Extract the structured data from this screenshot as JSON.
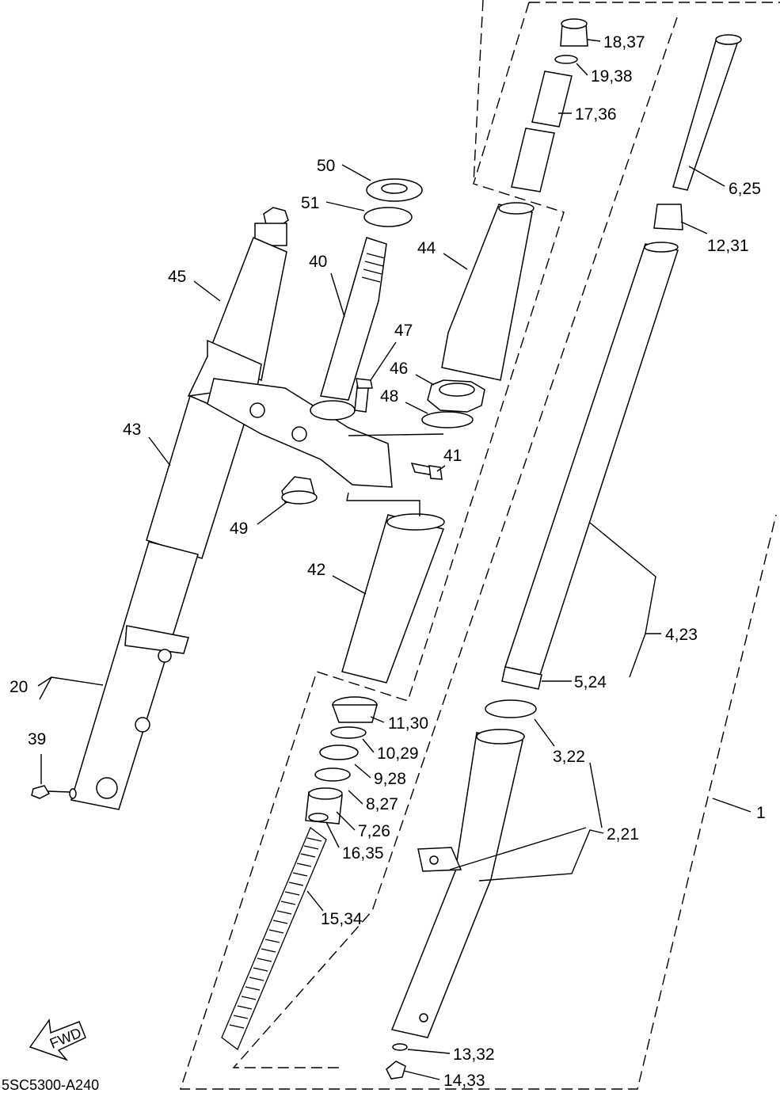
{
  "diagram": {
    "drawing_code": "5SC5300-A240",
    "fwd_label": "FWD",
    "callouts": {
      "c1": "1",
      "c2_21": "2,21",
      "c3_22": "3,22",
      "c4_23": "4,23",
      "c5_24": "5,24",
      "c6_25": "6,25",
      "c7_26": "7,26",
      "c8_27": "8,27",
      "c9_28": "9,28",
      "c10_29": "10,29",
      "c11_30": "11,30",
      "c12_31": "12,31",
      "c13_32": "13,32",
      "c14_33": "14,33",
      "c15_34": "15,34",
      "c16_35": "16,35",
      "c17_36": "17,36",
      "c18_37": "18,37",
      "c19_38": "19,38",
      "c20": "20",
      "c39": "39",
      "c40": "40",
      "c41": "41",
      "c42": "42",
      "c43": "43",
      "c44": "44",
      "c45": "45",
      "c46": "46",
      "c47": "47",
      "c48": "48",
      "c49": "49",
      "c50": "50",
      "c51": "51"
    }
  }
}
